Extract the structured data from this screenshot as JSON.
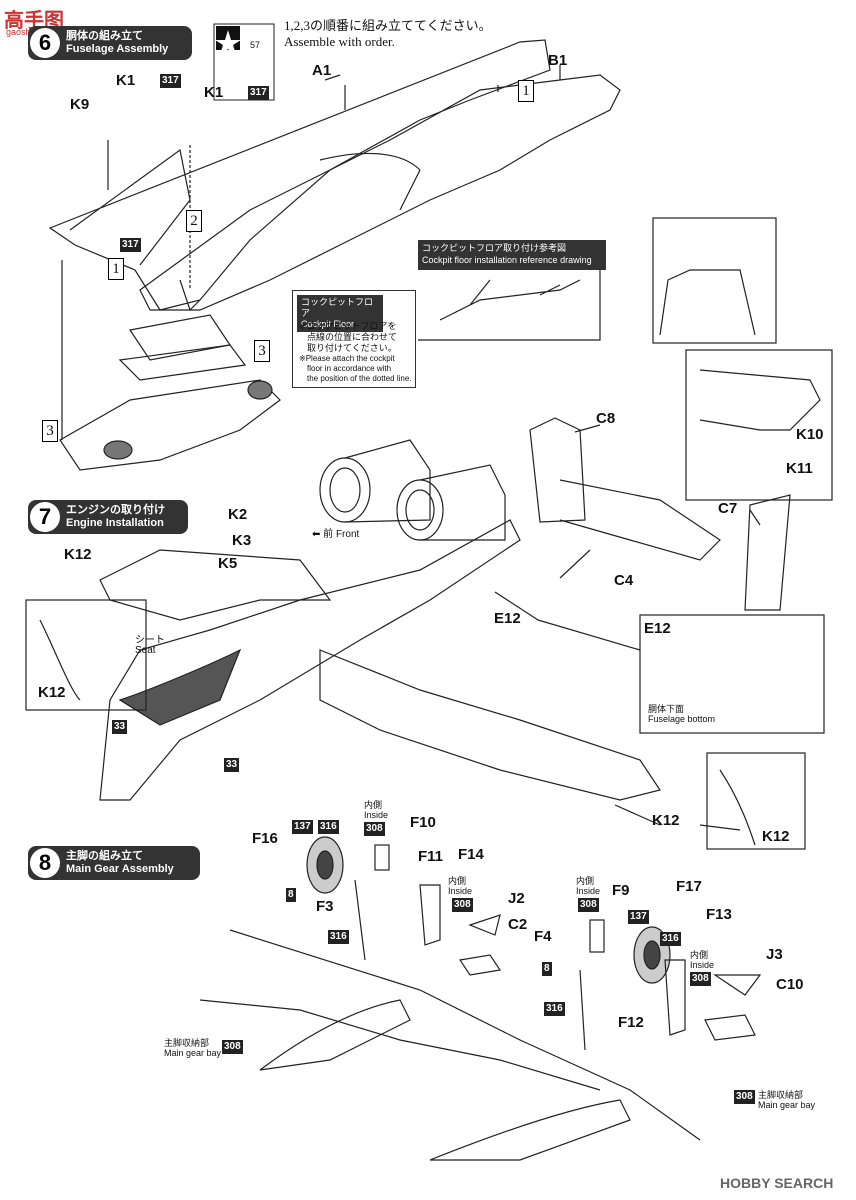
{
  "watermark": {
    "top_left_text": "高手图",
    "top_left_sub": "gaoshoutu.com",
    "bottom_right_brand": "HOBBY SEARCH"
  },
  "step6": {
    "num": "6",
    "title_jp": "胴体の組み立て",
    "title_en": "Fuselage Assembly",
    "instruction_jp": "1,2,3の順番に組み立ててください。",
    "instruction_en": "Assemble with order.",
    "ref_code": "57"
  },
  "step7": {
    "num": "7",
    "title_jp": "エンジンの取り付け",
    "title_en": "Engine Installation"
  },
  "step8": {
    "num": "8",
    "title_jp": "主脚の組み立て",
    "title_en": "Main Gear Assembly"
  },
  "cockpit_ref": {
    "title_jp": "コックピットフロア取り付け参考図",
    "title_en": "Cockpit floor installation reference drawing"
  },
  "cockpit_floor": {
    "title_jp": "コックピットフロア",
    "title_en": "Cockpit Floor",
    "note_jp_1": "※コックピットフロアを",
    "note_jp_2": "点線の位置に合わせて",
    "note_jp_3": "取り付けてください。",
    "note_en_1": "※Please attach the cockpit",
    "note_en_2": "floor in accordance with",
    "note_en_3": "the position of the dotted line."
  },
  "labels": {
    "A1": "A1",
    "B1": "B1",
    "K1": "K1",
    "K1b": "K1",
    "K9": "K9",
    "C8": "C8",
    "K10": "K10",
    "K11": "K11",
    "C7": "C7",
    "C4": "C4",
    "K2": "K2",
    "K3": "K3",
    "K5": "K5",
    "K12a": "K12",
    "K12b": "K12",
    "K12c": "K12",
    "K12d": "K12",
    "E12a": "E12",
    "E12b": "E12",
    "F16": "F16",
    "F10": "F10",
    "F11": "F11",
    "F14": "F14",
    "F3": "F3",
    "J2": "J2",
    "C2": "C2",
    "F9": "F9",
    "F17": "F17",
    "F13": "F13",
    "F4": "F4",
    "J3": "J3",
    "C10": "C10",
    "F12": "F12"
  },
  "steps": {
    "one_a": "1",
    "one_b": "1",
    "two": "2",
    "three_a": "3",
    "three_b": "3"
  },
  "codes": {
    "c317a": "317",
    "c317b": "317",
    "c317c": "317",
    "c137a": "137",
    "c316a": "316",
    "c308a": "308",
    "c8a": "8",
    "c316b": "316",
    "c308b": "308",
    "c137b": "137",
    "c316c": "316",
    "c308c": "308",
    "c8b": "8",
    "c316d": "316",
    "c308d": "308",
    "c308e": "308",
    "c33a": "33",
    "c33b": "33",
    "c308f": "308"
  },
  "texts": {
    "front_jp": "前",
    "front_en": "Front",
    "seat_jp": "シート",
    "seat_en": "Seat",
    "fus_bottom_jp": "胴体下面",
    "fus_bottom_en": "Fuselage bottom",
    "inside_jp": "内側",
    "inside_en": "Inside",
    "gear_bay_jp": "主脚収納部",
    "gear_bay_en": "Main gear bay"
  }
}
